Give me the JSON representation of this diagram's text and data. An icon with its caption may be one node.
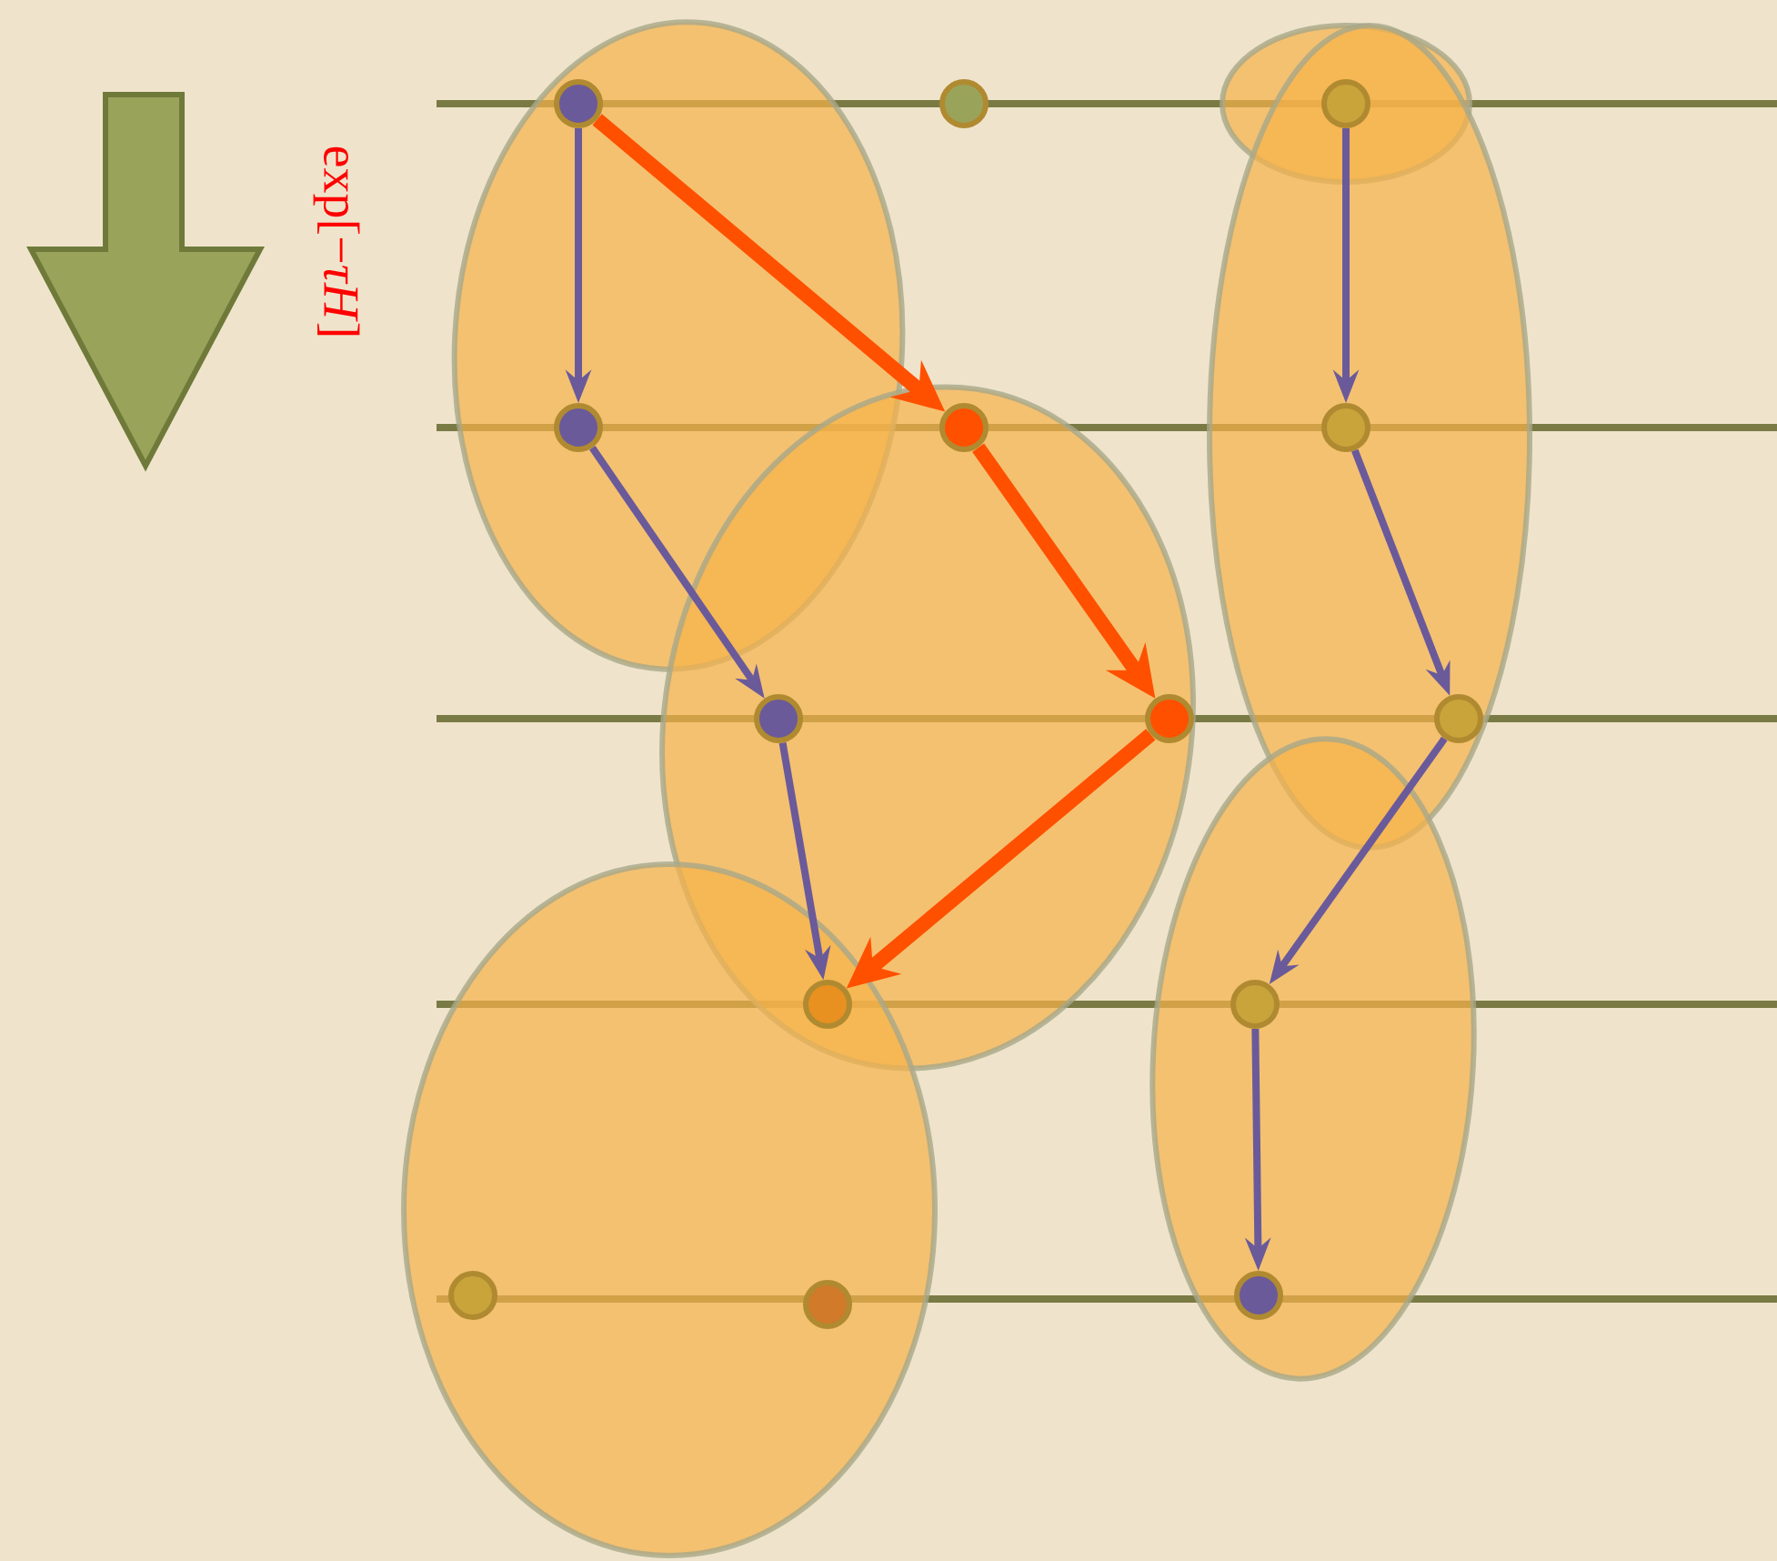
{
  "diagram": {
    "nodes": [
      {
        "text": [],
        "shape": "circle"
      },
      {
        "text": [],
        "shape": "circle"
      },
      {
        "text": [],
        "shape": "circle"
      },
      {
        "text": [],
        "shape": "circle"
      },
      {
        "text": [],
        "shape": "circle"
      },
      {
        "text": [],
        "shape": "circle"
      },
      {
        "text": [],
        "shape": "circle"
      },
      {
        "text": [],
        "shape": "circle"
      },
      {
        "text": [],
        "shape": "circle"
      },
      {
        "text": [],
        "shape": "circle"
      },
      {
        "text": [],
        "shape": "circle"
      },
      {
        "text": [],
        "shape": "circle"
      },
      {
        "text": [],
        "shape": "circle"
      },
      {
        "text": [],
        "shape": "circle"
      }
    ],
    "edges": [
      {
        "from": 0,
        "to": 3,
        "arrow": "to"
      },
      {
        "from": 0,
        "to": 4,
        "arrow": "to",
        "style": "thick",
        "color": "#ff5000"
      },
      {
        "from": 3,
        "to": 6,
        "arrow": "to"
      },
      {
        "from": 4,
        "to": 7,
        "arrow": "to",
        "style": "thick",
        "color": "#ff5000"
      },
      {
        "from": 7,
        "to": 9,
        "arrow": "to",
        "style": "thick",
        "color": "#ff5000"
      },
      {
        "from": 6,
        "to": 9,
        "arrow": "to"
      },
      {
        "from": 2,
        "to": 5,
        "arrow": "to"
      },
      {
        "from": 5,
        "to": 8,
        "arrow": "to"
      },
      {
        "from": 8,
        "to": 10,
        "arrow": "to"
      },
      {
        "from": 10,
        "to": 13,
        "arrow": "to"
      }
    ],
    "labels": [
      "exp[−*τH*]"
    ]
  }
}
